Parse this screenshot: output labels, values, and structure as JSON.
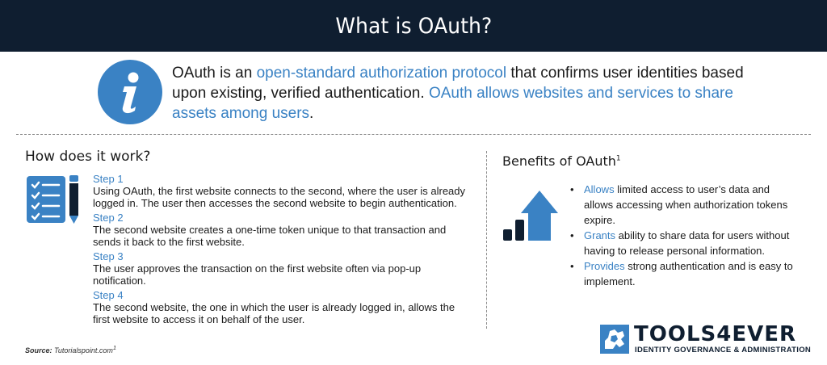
{
  "header": {
    "title": "What is OAuth?"
  },
  "intro": {
    "part1": "OAuth is an ",
    "highlight1": "open-standard authorization protocol",
    "part2": " that confirms user identities based upon existing, verified authentication. ",
    "highlight2": "OAuth allows websites and services to share assets among users",
    "part3": "."
  },
  "how": {
    "title": "How does it work?",
    "steps": [
      {
        "label": "Step 1",
        "text": "Using OAuth, the first website connects to the second, where the user is already logged in. The user then accesses the second website to begin authentication."
      },
      {
        "label": "Step 2",
        "text": "The second website creates a one-time token unique to that transaction and sends it back to the first website."
      },
      {
        "label": "Step 3",
        "text": "The user approves the transaction on the first website often via pop-up notification."
      },
      {
        "label": "Step 4",
        "text": "The second website, the one in which the user is already logged in, allows the first website to access it on behalf of the user."
      }
    ]
  },
  "benefits": {
    "title": "Benefits of OAuth",
    "title_sup": "1",
    "items": [
      {
        "lead": "Allows",
        "text": " limited access to user’s data and allows accessing when authorization tokens expire."
      },
      {
        "lead": "Grants",
        "text": " ability to share data for users without having to release personal information."
      },
      {
        "lead": "Provides",
        "text": " strong authentication and is easy to implement."
      }
    ]
  },
  "source": {
    "label": "Source:",
    "text": " Tutorialspoint.com",
    "sup": "1"
  },
  "logo": {
    "name": "TOOLS4EVER",
    "tagline": "IDENTITY GOVERNANCE & ADMINISTRATION"
  },
  "colors": {
    "header_bg": "#0f1e30",
    "accent": "#3a82c4"
  },
  "icons": [
    "info-icon",
    "checklist-pencil-icon",
    "growth-arrow-icon",
    "tools4ever-logo-icon"
  ]
}
